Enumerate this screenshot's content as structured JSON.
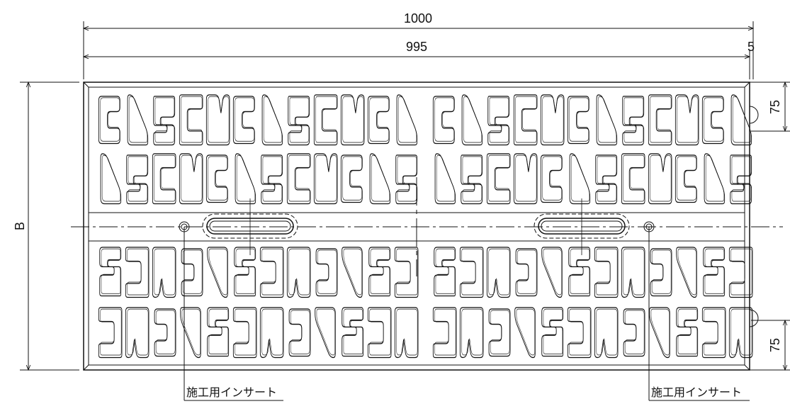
{
  "dimensions": {
    "overall_width": "1000",
    "inner_width": "995",
    "edge_offset": "5",
    "height_label": "B",
    "top_slot_offset": "75",
    "bottom_slot_offset": "75"
  },
  "labels": {
    "insert_left": "施工用インサート",
    "insert_right": "施工用インサート"
  },
  "colors": {
    "line": "#111111",
    "background": "#ffffff"
  }
}
